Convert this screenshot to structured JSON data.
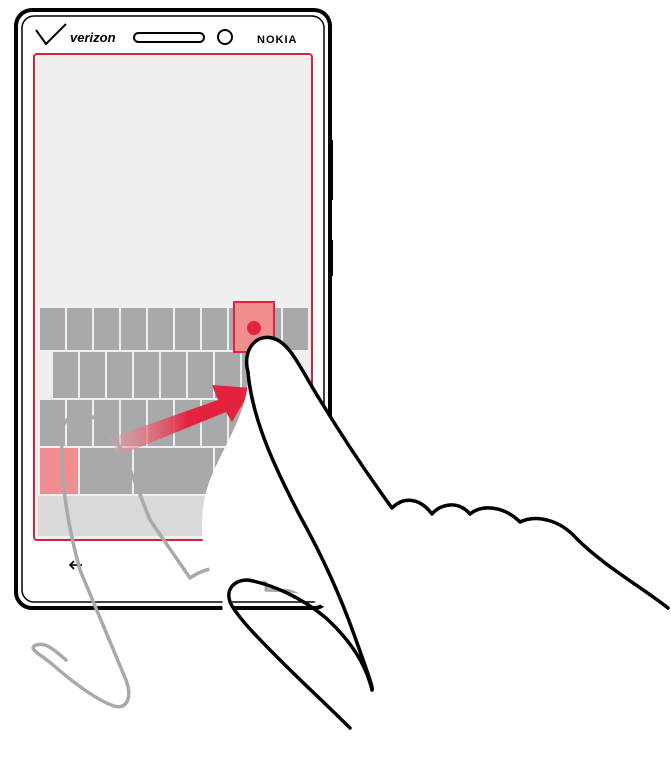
{
  "phone": {
    "carrier_logo": "verizon",
    "brand_logo": "NOKIA",
    "nav": {
      "back_icon": "back-arrow-icon",
      "start_icon": "windows-logo-icon",
      "search_icon": "search-icon"
    }
  },
  "keyboard": {
    "rows": [
      10,
      9,
      9,
      4
    ]
  },
  "gesture": {
    "type": "swipe",
    "highlighted_key_color": "#f08d8f",
    "arrow_color": "#e3233d",
    "accent_color": "#e3233d"
  },
  "colors": {
    "screen_border": "#d1243a",
    "screen_fill": "#efefef",
    "key_fill": "#a8a9ab",
    "phone_body": "#000000"
  }
}
